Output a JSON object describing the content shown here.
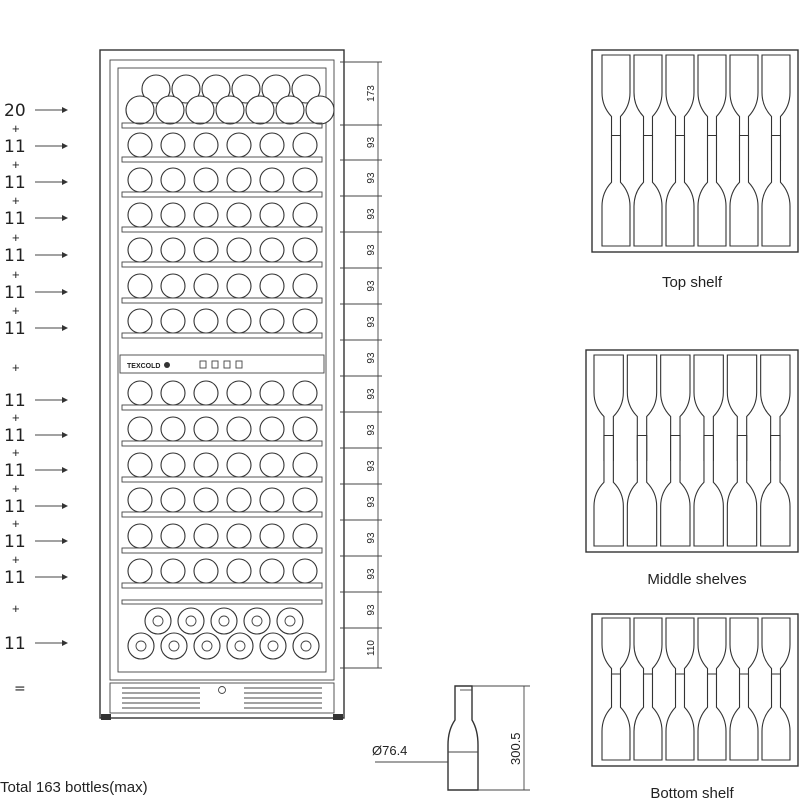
{
  "brand": "TEXCOLD",
  "left_counts": [
    {
      "n": "20",
      "plus": false
    },
    {
      "n": "11",
      "plus": true
    },
    {
      "n": "11",
      "plus": true
    },
    {
      "n": "11",
      "plus": true
    },
    {
      "n": "11",
      "plus": true
    },
    {
      "n": "11",
      "plus": true
    },
    {
      "n": "11",
      "plus": true
    },
    {
      "n": "",
      "plus": true
    },
    {
      "n": "11",
      "plus": false
    },
    {
      "n": "11",
      "plus": true
    },
    {
      "n": "11",
      "plus": true
    },
    {
      "n": "11",
      "plus": true
    },
    {
      "n": "11",
      "plus": true
    },
    {
      "n": "11",
      "plus": true
    },
    {
      "n": "",
      "plus": true
    },
    {
      "n": "11",
      "plus": false
    }
  ],
  "equals": "=",
  "total": "Total 163 bottles(max)",
  "dimensions": [
    "173",
    "93",
    "93",
    "93",
    "93",
    "93",
    "93",
    "93",
    "93",
    "93",
    "93",
    "93",
    "93",
    "93",
    "93",
    "110"
  ],
  "bottle": {
    "diameter": "Ø76.4",
    "height": "300.5"
  },
  "shelf_titles": {
    "top": "Top shelf",
    "middle": "Middle shelves",
    "bottom": "Bottom shelf"
  }
}
